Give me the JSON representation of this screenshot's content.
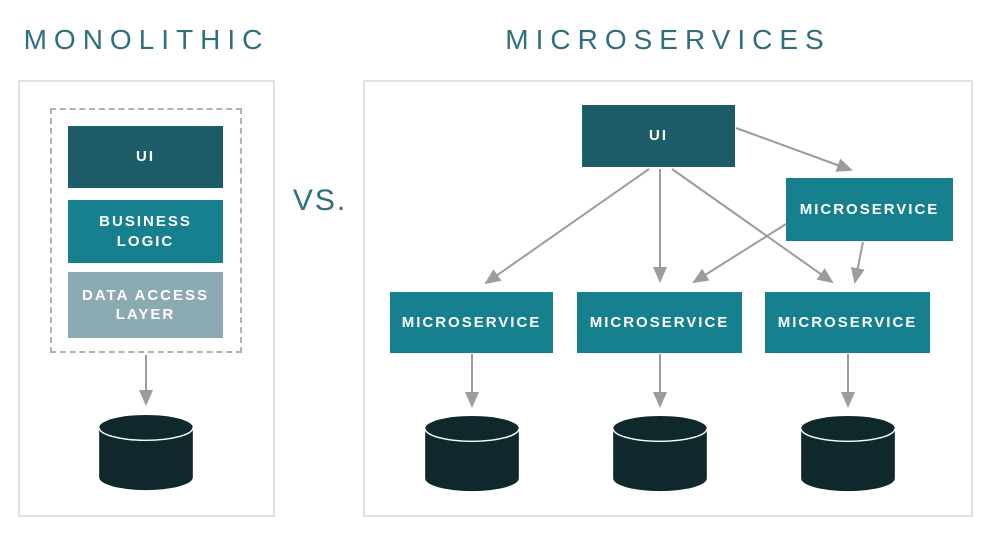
{
  "titles": {
    "left": "MONOLITHIC",
    "vs": "VS.",
    "right": "MICROSERVICES"
  },
  "monolith": {
    "layers": [
      {
        "id": "ui",
        "label": "UI"
      },
      {
        "id": "business-logic",
        "label": "BUSINESS LOGIC"
      },
      {
        "id": "data-access-layer",
        "label": "DATA ACCESS LAYER"
      }
    ],
    "database_icon": "database-cylinder-icon"
  },
  "microservices": {
    "ui_label": "UI",
    "gateway_label": "MICROSERVICE",
    "services": [
      {
        "label": "MICROSERVICE"
      },
      {
        "label": "MICROSERVICE"
      },
      {
        "label": "MICROSERVICE"
      }
    ],
    "database_icons": [
      "database-cylinder-icon",
      "database-cylinder-icon",
      "database-cylinder-icon"
    ]
  },
  "connections": [
    {
      "from": "monolith-stack",
      "to": "monolith-database"
    },
    {
      "from": "ui",
      "to": "microservice-1"
    },
    {
      "from": "ui",
      "to": "microservice-2"
    },
    {
      "from": "ui",
      "to": "microservice-3"
    },
    {
      "from": "ui",
      "to": "microservice-gateway"
    },
    {
      "from": "microservice-gateway",
      "to": "microservice-2"
    },
    {
      "from": "microservice-gateway",
      "to": "microservice-3"
    },
    {
      "from": "microservice-1",
      "to": "database-1"
    },
    {
      "from": "microservice-2",
      "to": "database-2"
    },
    {
      "from": "microservice-3",
      "to": "database-3"
    }
  ],
  "colors": {
    "dark_teal": "#1d5d68",
    "teal": "#16808e",
    "muted_teal": "#8caab1",
    "title_teal": "#2e6f7e",
    "arrow": "#9c9c9c",
    "cylinder": "#0f282b",
    "panel_border": "#e1e1e1",
    "dashed_border": "#b2b2b2"
  }
}
